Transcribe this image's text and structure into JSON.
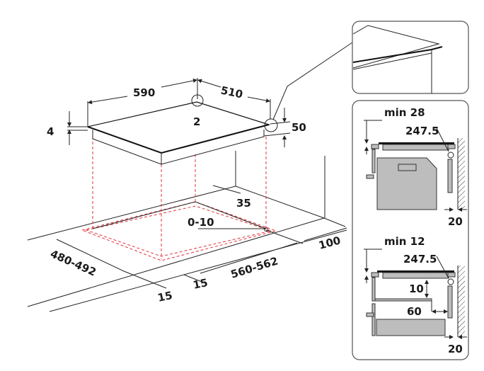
{
  "main_view": {
    "width_590": "590",
    "depth_510": "510",
    "corner_radius_2": "2",
    "glass_thickness_4": "4",
    "height_50": "50",
    "rear_margin_35": "35",
    "cutout_corner_0_10": "0-10",
    "cutout_depth": "480-492",
    "front_margin_15_a": "15",
    "front_margin_15_b": "15",
    "cutout_width": "560-562",
    "side_margin_100": "100"
  },
  "section_oven": {
    "min_label": "min 28",
    "dimension": "247.5",
    "wall_gap": "20"
  },
  "section_drawer": {
    "min_label": "min 12",
    "dimension": "247.5",
    "gap_10": "10",
    "gap_60": "60",
    "wall_gap": "20"
  }
}
